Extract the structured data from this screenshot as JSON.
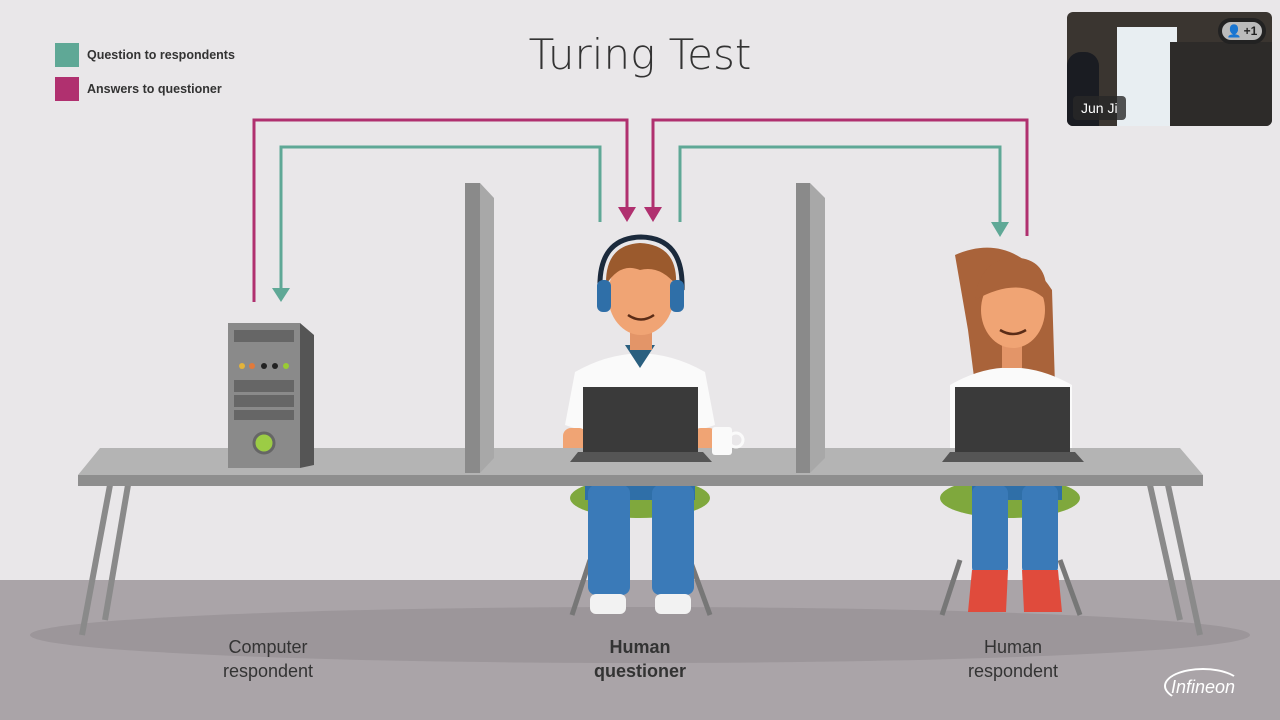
{
  "slide": {
    "title": "Turing Test",
    "legend": [
      {
        "label": "Question to respondents",
        "color": "#5fa896"
      },
      {
        "label": "Answers to questioner",
        "color": "#b0306f"
      }
    ],
    "labels": {
      "computer": [
        "Computer",
        "respondent"
      ],
      "questioner": [
        "Human",
        "questioner"
      ],
      "respondent": [
        "Human",
        "respondent"
      ]
    },
    "logo": "Infineon"
  },
  "video": {
    "participant_name": "Jun Ji",
    "extra_participants": "+1"
  }
}
